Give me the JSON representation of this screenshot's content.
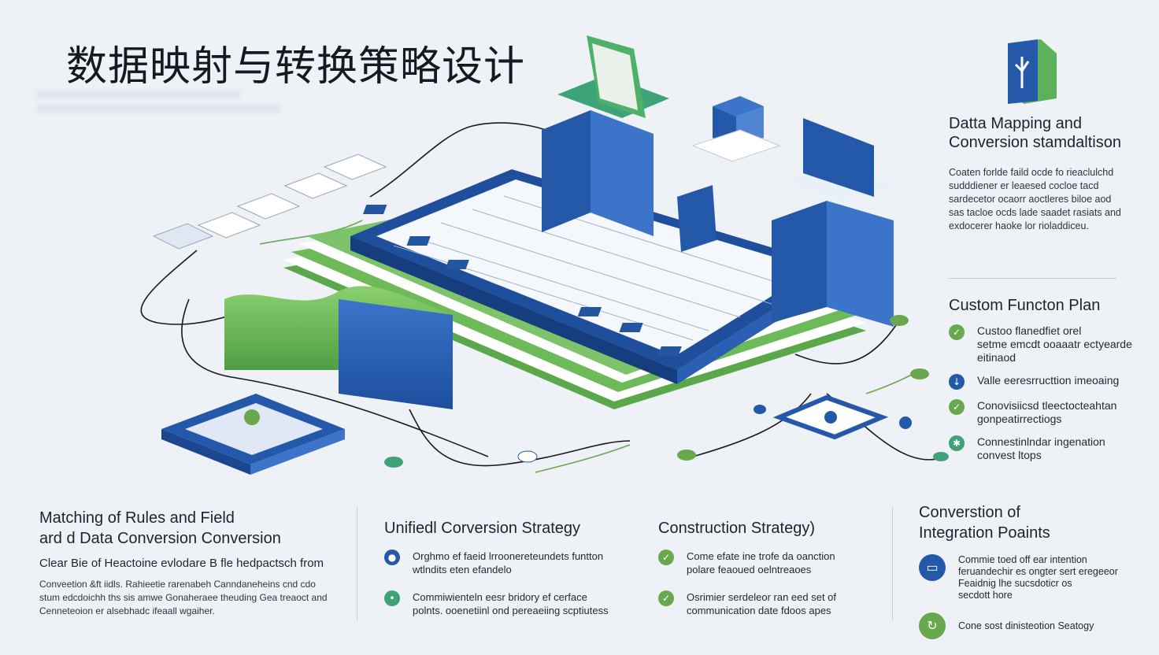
{
  "title": "数据映射与转换策略设计",
  "right": {
    "section1": {
      "title_line1": "Datta Mapping and",
      "title_line2": "Conversion stamdaltison",
      "body": [
        "Coaten forlde faild ocde fo rieaclulchd",
        "sudddiener er leaesed cocloe tacd",
        "sardecetor ocaorr aoctleres biloe aod",
        "sas tacloe ocds lade saadet rasiats and",
        "exdocerer haoke lor rioladdiceu."
      ]
    },
    "section2": {
      "title": "Custom Functon Plan",
      "items": [
        {
          "icon": "check-icon",
          "color": "#6aa84f",
          "lines": [
            "Custoo flanedfiet orel",
            "setme emcdt ooaaatr ectyearde",
            "eitinaod"
          ]
        },
        {
          "icon": "down-arrow-icon",
          "color": "#2458a8",
          "lines": [
            "Valle eeresrructtion imeoaing"
          ]
        },
        {
          "icon": "check-icon",
          "color": "#6aa84f",
          "lines": [
            "Conovisiicsd tleectocteahtan",
            "gonpeatirrectiogs"
          ]
        },
        {
          "icon": "asterisk-icon",
          "color": "#3fa37a",
          "lines": [
            "Connestinlndar ingenation",
            "convest ltops"
          ]
        }
      ]
    }
  },
  "bottom": {
    "col1": {
      "title_line1": "Matching of Rules and Field",
      "title_line2": "ard d Data Conversion Conversion",
      "subtitle": "Clear Bie of Heactoine evlodare  B fle  hedpactsch from",
      "body": [
        "Conveetion &ft iidls. Rahieetie rarenabeh Canndaneheins cnd cdo",
        "stum edcdoichh ths  sis amwe Gonaheraee theuding Gea treaoct and",
        "Cenneteoion er alsebhadc ifeaall wgaiher."
      ]
    },
    "col2": {
      "title": "Unifiedl Corversion Strategy",
      "items": [
        {
          "icon": "target-icon",
          "color": "#2458a8",
          "lines": [
            "Orghmo ef faeid lrroonereteundets funtton",
            "wtlndits eten efandelo"
          ]
        },
        {
          "icon": "dot-icon",
          "color": "#3fa37a",
          "lines": [
            "Commiwienteln eesr bridory ef cerface",
            "polnts. ooenetiinl ond pereaeiing scptiutess"
          ]
        }
      ]
    },
    "col3": {
      "title": "Construction Strategy)",
      "items": [
        {
          "icon": "check-icon",
          "color": "#6aa84f",
          "lines": [
            "Come efate ine trofe da oanction",
            "polare feaoued oelntreaoes"
          ]
        },
        {
          "icon": "check-icon",
          "color": "#6aa84f",
          "lines": [
            "Osrimier serdeleor ran eed set of",
            "communication date fdoos apes"
          ]
        }
      ]
    },
    "col4": {
      "title_line1": "Converstion of",
      "title_line2": "Integration Poaints",
      "items": [
        {
          "icon": "monitor-icon",
          "color": "#2458a8",
          "lines": [
            "Commie toed off ear intention",
            "feruandechir es ongter sert eregeeor",
            "Feaidnig lhe sucsdoticr os",
            "secdott hore"
          ]
        },
        {
          "icon": "refresh-icon",
          "color": "#6aa84f",
          "lines": [
            "Cone sost dinisteotion Seatogy"
          ]
        }
      ]
    }
  },
  "colors": {
    "green": "#6aa84f",
    "blue": "#2458a8",
    "teal": "#3fa37a",
    "dark_blue": "#1f4e9c",
    "light_green": "#7cc36a"
  }
}
